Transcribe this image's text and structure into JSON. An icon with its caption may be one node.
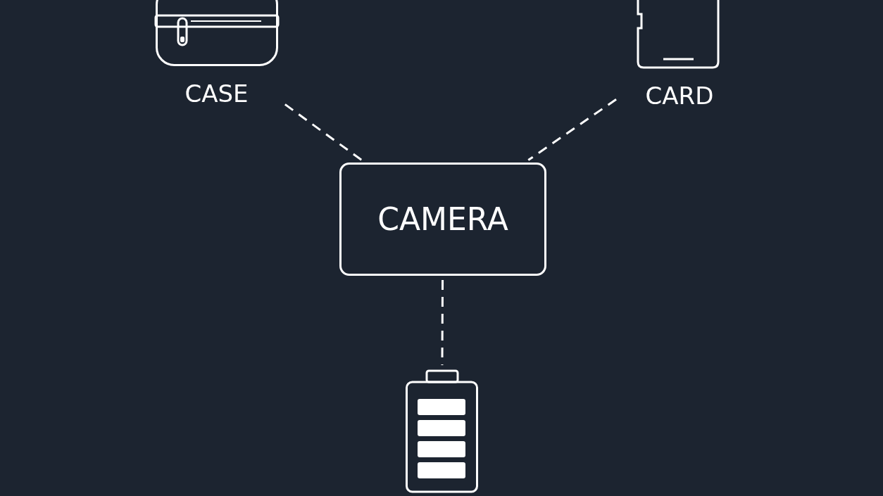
{
  "diagram": {
    "nodes": [
      {
        "text": [
          "CASE"
        ]
      },
      {
        "text": [
          "CARD"
        ]
      },
      {
        "text": [
          "CAMERA"
        ]
      },
      {
        "text": [],
        "shape": "battery"
      }
    ],
    "edges": [
      {
        "from": 0,
        "to": 2,
        "arrow": "none",
        "style": "dashed"
      },
      {
        "from": 1,
        "to": 2,
        "arrow": "none",
        "style": "dashed"
      },
      {
        "from": 2,
        "to": 3,
        "arrow": "none",
        "style": "dashed"
      }
    ]
  }
}
